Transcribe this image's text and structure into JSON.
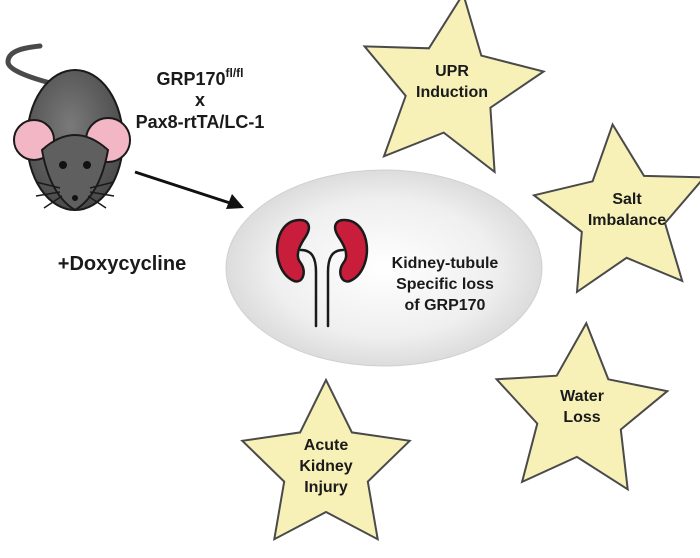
{
  "cross": {
    "line1_base": "GRP170",
    "line1_sup": "fl/fl",
    "line2": "x",
    "line3": "Pax8-rtTA/LC-1"
  },
  "treatment": "+Doxycycline",
  "center": {
    "lines": [
      "Kidney-tubule",
      "Specific loss",
      "of GRP170"
    ]
  },
  "outcomes": [
    {
      "id": "upr",
      "lines": [
        "UPR",
        "Induction"
      ]
    },
    {
      "id": "salt",
      "lines": [
        "Salt",
        "Imbalance"
      ]
    },
    {
      "id": "water",
      "lines": [
        "Water",
        "Loss"
      ]
    },
    {
      "id": "aki",
      "lines": [
        "Acute",
        "Kidney",
        "Injury"
      ]
    }
  ],
  "colors": {
    "star_fill": "#f7f1b8",
    "oval_fill": "#e8e8e8",
    "kidney_fill": "#c81e3c",
    "mouse_body": "#5a5a5a",
    "mouse_ear": "#f2b6c4"
  }
}
